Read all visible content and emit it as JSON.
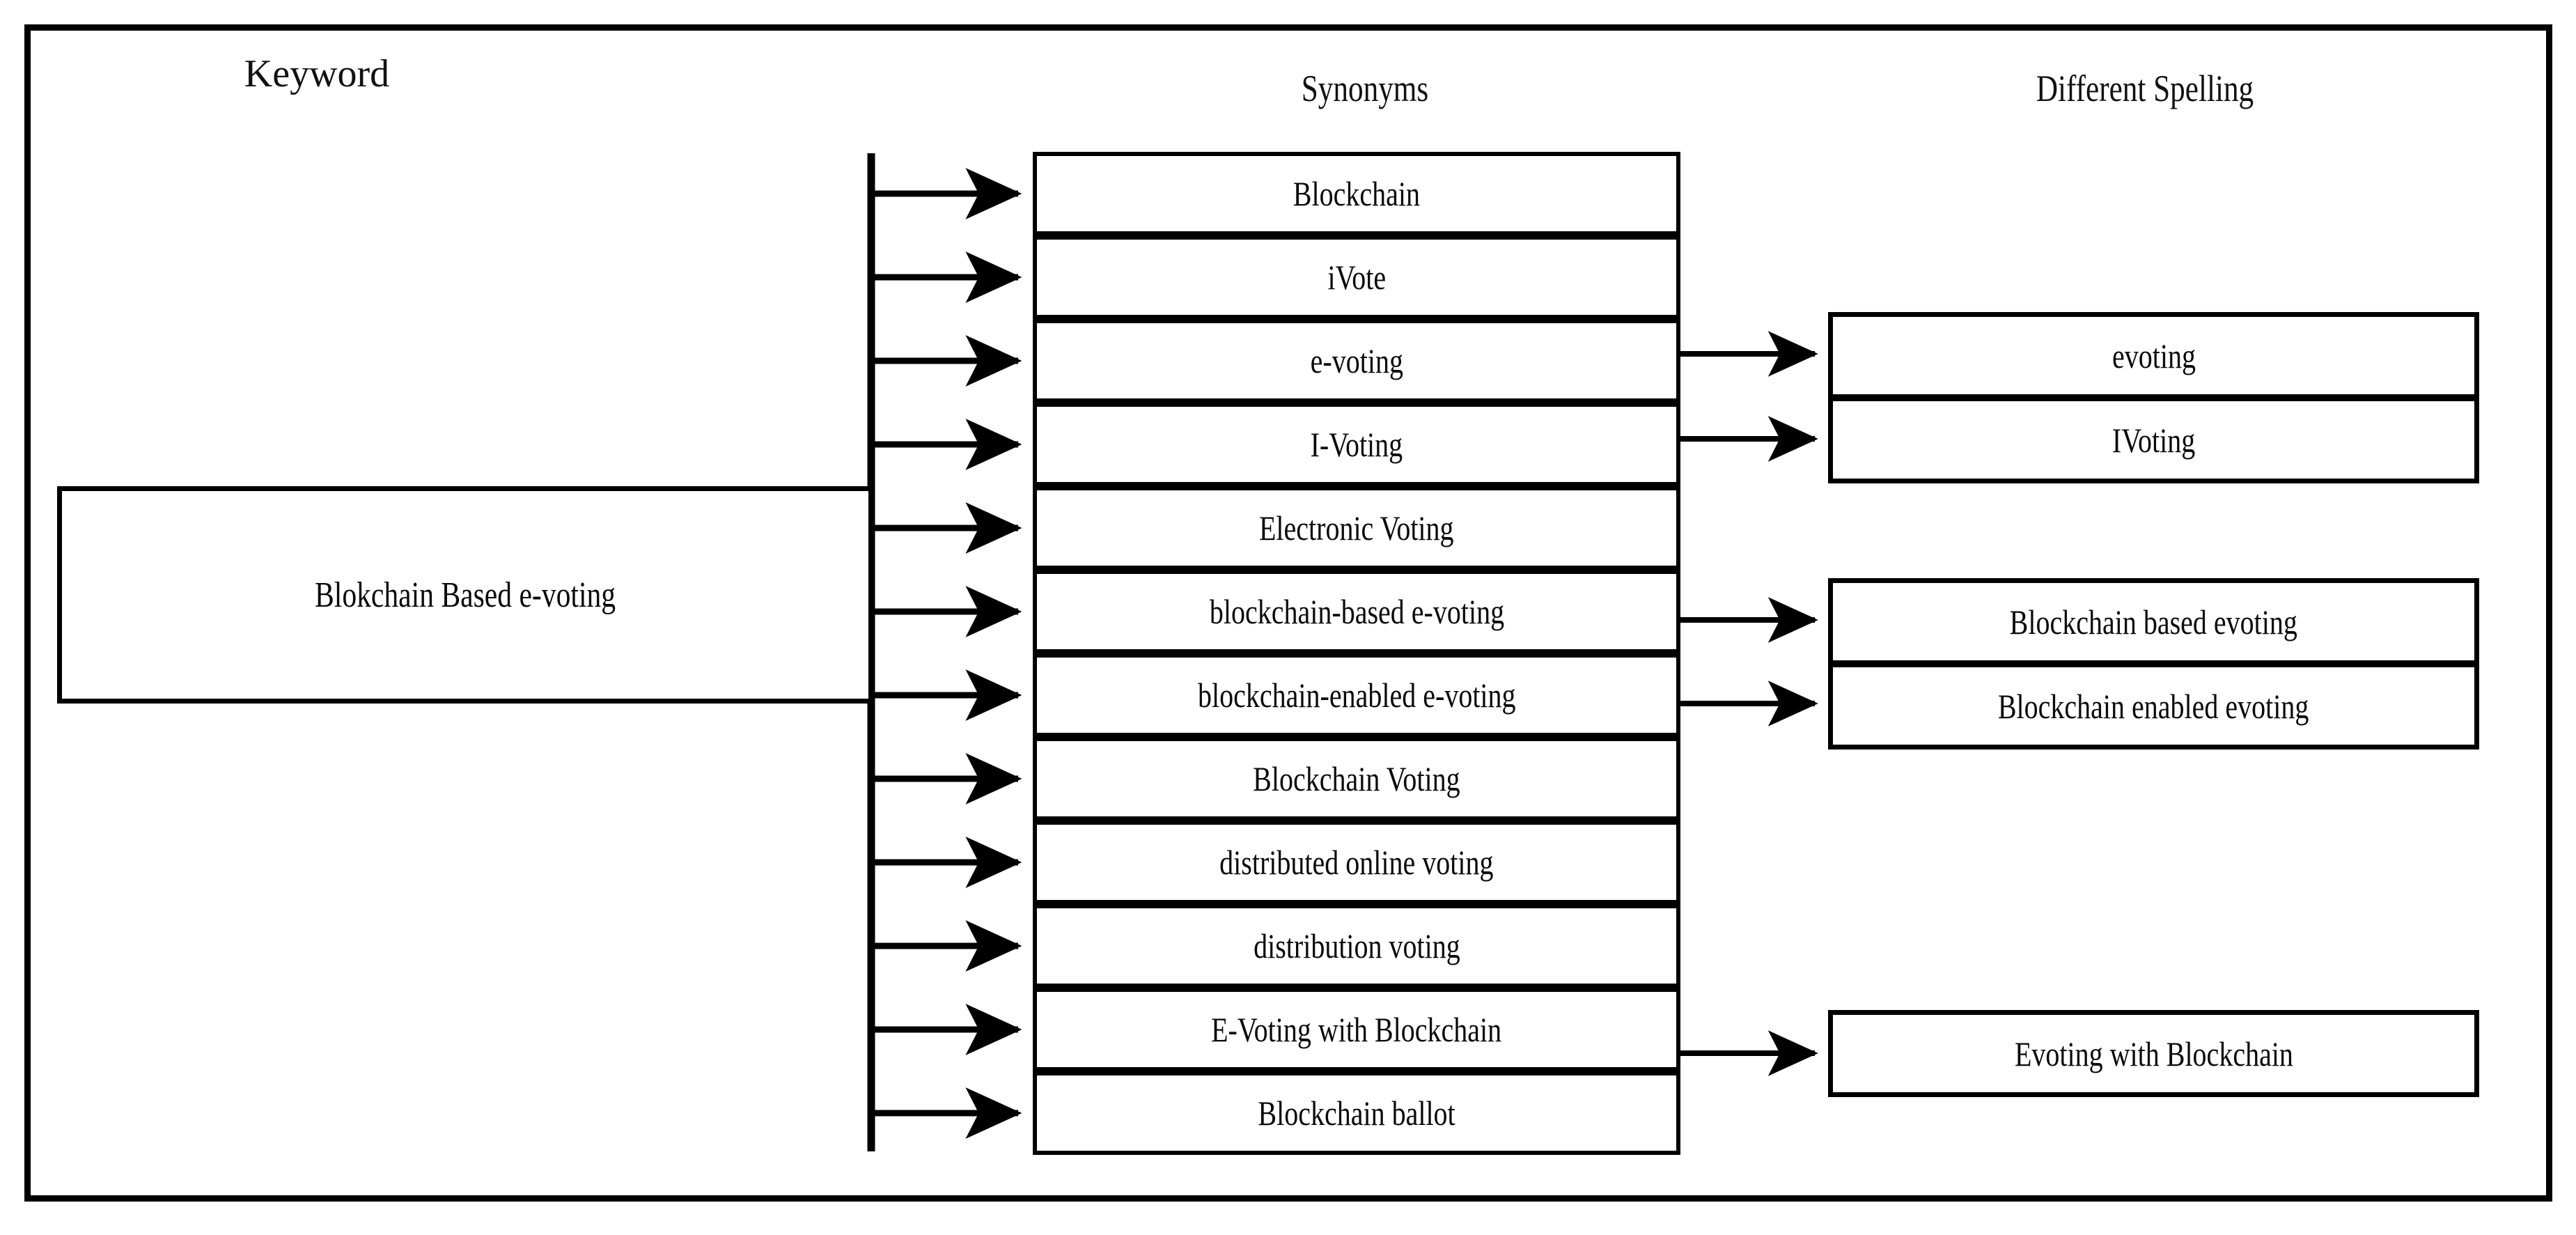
{
  "diagram": {
    "title_columns": {
      "keyword": "Keyword",
      "synonyms": "Synonyms",
      "different_spelling": "Different Spelling"
    },
    "keyword": {
      "label": "Blokchain Based e-voting"
    },
    "synonyms": [
      {
        "index": 1,
        "label": "Blockchain"
      },
      {
        "index": 2,
        "label": "iVote"
      },
      {
        "index": 3,
        "label": "e-voting"
      },
      {
        "index": 4,
        "label": "I-Voting"
      },
      {
        "index": 5,
        "label": "Electronic Voting"
      },
      {
        "index": 6,
        "label": "blockchain-based e-voting"
      },
      {
        "index": 7,
        "label": "blockchain-enabled e-voting"
      },
      {
        "index": 8,
        "label": "Blockchain Voting"
      },
      {
        "index": 9,
        "label": "distributed online voting"
      },
      {
        "index": 10,
        "label": "distribution voting"
      },
      {
        "index": 11,
        "label": "E-Voting with Blockchain"
      },
      {
        "index": 12,
        "label": "Blockchain ballot"
      }
    ],
    "different_spelling": [
      {
        "index": 1,
        "label": "evoting",
        "from_synonym": "e-voting"
      },
      {
        "index": 2,
        "label": "IVoting",
        "from_synonym": "I-Voting"
      },
      {
        "index": 3,
        "label": "Blockchain based evoting",
        "from_synonym": "blockchain-based e-voting"
      },
      {
        "index": 4,
        "label": "Blockchain enabled evoting",
        "from_synonym": "blockchain-enabled e-voting"
      },
      {
        "index": 5,
        "label": "Evoting with Blockchain",
        "from_synonym": "E-Voting with Blockchain"
      }
    ],
    "colors": {
      "line": "#000000",
      "box_fill": "#ffffff",
      "text": "#0a0a0a",
      "background": "#ffffff"
    }
  }
}
